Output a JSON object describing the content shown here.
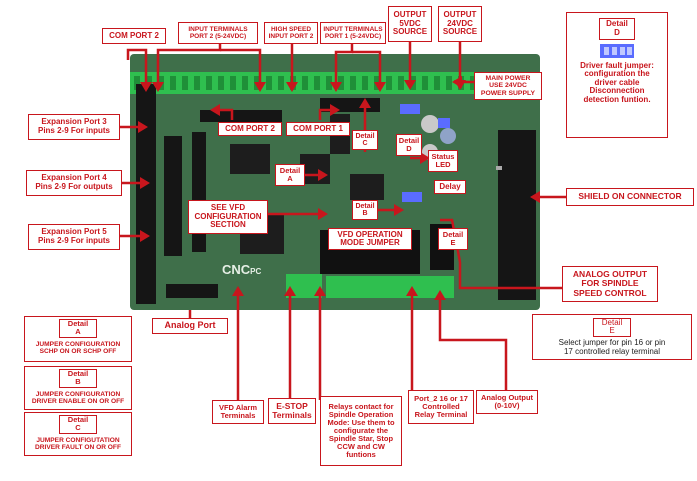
{
  "labels": {
    "com_port_2_top": "COM PORT 2",
    "input_port2": [
      "INPUT TERMINALS",
      "PORT 2  (5-24VDC)"
    ],
    "high_speed_input": [
      "HIGH SPEED",
      "INPUT PORT 2"
    ],
    "input_port1": [
      "INPUT TERMINALS",
      "PORT 1  (5-24VDC)"
    ],
    "output_5v": [
      "OUTPUT",
      "5VDC",
      "SOURCE"
    ],
    "output_24v": [
      "OUTPUT",
      "24VDC",
      "SOURCE"
    ],
    "main_power": [
      "MAIN POWER",
      "USE 24VDC",
      "POWER SUPPLY"
    ],
    "expansion_3": [
      "Expansion  Port 3",
      "Pins 2-9 For inputs"
    ],
    "expansion_4": [
      "Expansion  Port 4",
      "Pins 2-9 For outputs"
    ],
    "expansion_5": [
      "Expansion  Port 5",
      "Pins 2-9 For inputs"
    ],
    "com_port_2_board": "COM PORT 2",
    "com_port_1_board": "COM PORT 1",
    "detail_a_board": [
      "Detail",
      "A"
    ],
    "detail_b_board": [
      "Detail",
      "B"
    ],
    "detail_c_board": [
      "Detail",
      "C"
    ],
    "detail_d_board": [
      "Detail",
      "D"
    ],
    "detail_e_board": [
      "Detail",
      "E"
    ],
    "status_led": [
      "Status",
      "LED"
    ],
    "delay": "Delay",
    "see_vfd": [
      "SEE VFD",
      "CONFIGURATION",
      "SECTION"
    ],
    "vfd_operation": [
      "VFD OPERATION",
      "MODE JUMPER"
    ],
    "shield_on": "SHIELD ON CONNECTOR",
    "analog_output_spindle": [
      "ANALOG OUTPUT",
      "FOR SPINDLE",
      "SPEED CONTROL"
    ],
    "analog_port": "Analog Port",
    "vfd_alarm": [
      "VFD Alarm",
      "Terminals"
    ],
    "estop": [
      "E-STOP",
      "Terminals"
    ],
    "relays": [
      "Relays contact for",
      "Spindle Operation",
      "Mode: Use them to",
      "configurate the",
      "Spindle Star, Stop",
      "CCW and CW",
      "funtions"
    ],
    "port2_16_17": [
      "Port_2 16 or 17",
      "Controlled",
      "Relay Terminal"
    ],
    "analog_output_010": [
      "Analog Output",
      "(0-10V)"
    ]
  },
  "detail_d_panel": {
    "title": [
      "Detail",
      "D"
    ],
    "description": [
      "Driver fault jumper:",
      "configuration the",
      "driver cable",
      "Disconnection",
      "detection funtion."
    ]
  },
  "detail_e_panel": {
    "title": [
      "Detail",
      "E"
    ],
    "description": [
      "Select jumper for pin 16 or pin",
      "17 controlled relay terminal"
    ]
  },
  "legend": {
    "a": {
      "title": [
        "Detail",
        "A"
      ],
      "desc": [
        "JUMPER CONFIGURATION",
        "SCHP ON OR SCHP OFF"
      ]
    },
    "b": {
      "title": [
        "Detail",
        "B"
      ],
      "desc": [
        "JUMPER CONFIGURATION",
        "DRIVER ENABLE ON OR OFF"
      ]
    },
    "c": {
      "title": [
        "Detail",
        "C"
      ],
      "desc": [
        "JUMPER CONFIGUTATION",
        "DRIVER FAULT ON OR OFF"
      ]
    }
  },
  "board_marking": [
    "CNC",
    "PC"
  ],
  "colors": {
    "accent_red": "#c8161d",
    "pcb_green": "#3f6f4a",
    "terminal_green": "#2fbf4f",
    "header_black": "#151515",
    "jumper_blue": "#5a6cff"
  }
}
